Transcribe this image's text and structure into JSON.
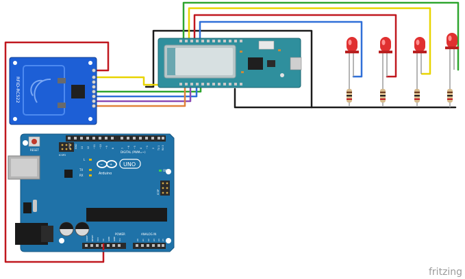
{
  "diagram": {
    "colors": {
      "background": "#ffffff",
      "board_blue": "#1f72a8",
      "rfid_blue": "#1d5fd6",
      "mkr_teal": "#2f8f9d",
      "wire_red": "#c0171e",
      "wire_black": "#1a1a1a",
      "wire_yellow": "#e8d400",
      "wire_green": "#2ea52e",
      "wire_blue": "#2f6fd8",
      "wire_purple": "#8a4bb5",
      "wire_orange": "#e0823a",
      "led_red": "#e03030",
      "resistor_body": "#d6b98a"
    },
    "rfid_module": {
      "label": "RFID-RC522"
    },
    "arduino_uno": {
      "reset_label": "RESET",
      "icsp2_label": "ICSP2",
      "l_label": "L",
      "tx_label": "TX",
      "rx_label": "RX",
      "logo_text": "Arduino",
      "uno_text": "UNO",
      "digital_label": "DIGITAL (PWM=~)",
      "on_label": "ON",
      "icsp_label": "ICSP",
      "power_label": "POWER",
      "analog_label": "ANALOG IN",
      "digital_pins": [
        "AREF",
        "GND",
        "13",
        "12",
        "~11",
        "~10",
        "~9",
        "8",
        "7",
        "~6",
        "~5",
        "4",
        "~3",
        "2",
        "TX 1",
        "RX 0"
      ],
      "power_pins": [
        "IOREF",
        "RESET",
        "3V3",
        "5V",
        "GND",
        "GND",
        "Vin"
      ],
      "analog_pins": [
        "A0",
        "A1",
        "A2",
        "A3",
        "A4",
        "A5"
      ]
    },
    "mkr_board": {
      "description": ""
    },
    "leds": [
      {
        "color": "red"
      },
      {
        "color": "red"
      },
      {
        "color": "red"
      },
      {
        "color": "red"
      }
    ],
    "watermark": "fritzing"
  }
}
